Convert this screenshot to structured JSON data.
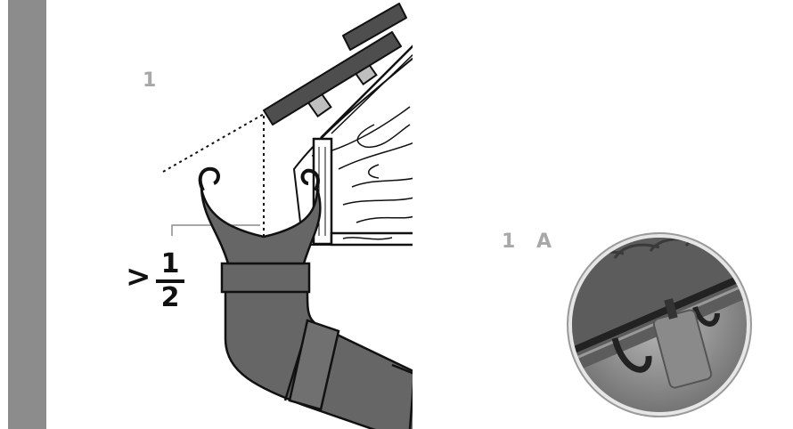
{
  "labels": {
    "step_main": "1",
    "step_detail": "1 A"
  },
  "ratio": {
    "symbol": ">",
    "numerator": "1",
    "denominator": "2"
  },
  "colors": {
    "sidebar": "#8c8c8c",
    "label": "#a8a8a8",
    "pipe": "#666666",
    "outline": "#111111",
    "roof_tile": "#4e4e4e",
    "detail_circle": "#7a7a7a"
  }
}
